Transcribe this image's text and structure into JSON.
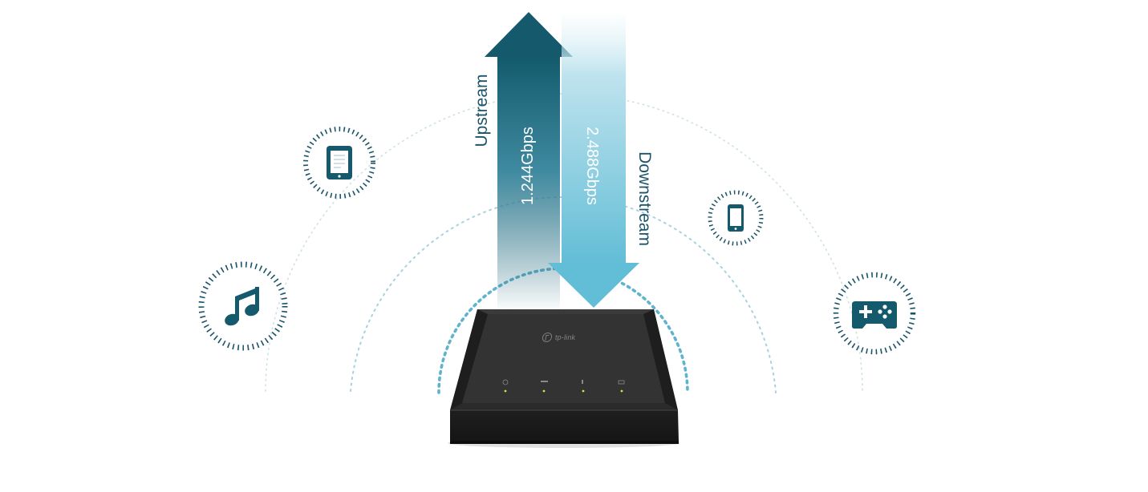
{
  "labels": {
    "upstream": "Upstream",
    "upstream_speed": "1.244Gbps",
    "downstream_speed": "2.488Gbps",
    "downstream": "Downstream",
    "brand": "tp-link"
  },
  "icons": [
    {
      "name": "tablet-icon"
    },
    {
      "name": "music-note-icon"
    },
    {
      "name": "smartphone-icon"
    },
    {
      "name": "gamepad-icon"
    }
  ],
  "device_led_symbols": [
    "power-led-icon",
    "pon-led-icon",
    "los-led-icon",
    "lan-led-icon"
  ],
  "colors": {
    "primary_teal": "#14596c",
    "light_blue": "#6ec2d7",
    "dotted_arc": "#9ccbd8",
    "device_body": "#262626",
    "led_green": "#c6e84a"
  }
}
